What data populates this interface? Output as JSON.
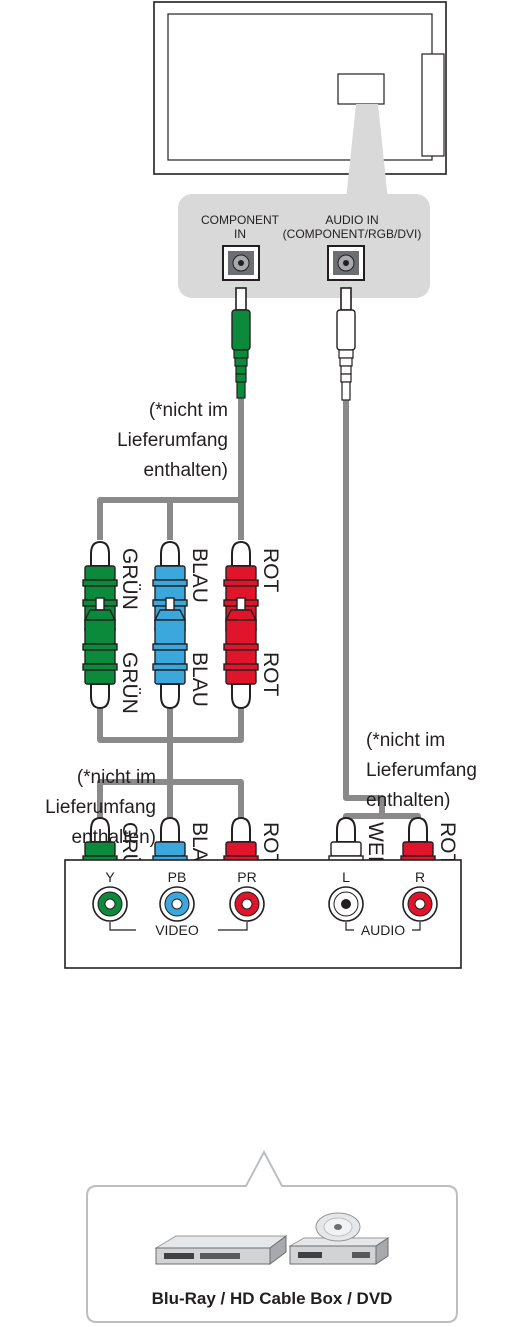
{
  "tv_panel": {
    "component_in_label": [
      "COMPONENT",
      "IN"
    ],
    "audio_in_label": [
      "AUDIO IN",
      "(COMPONENT/RGB/DVI)"
    ]
  },
  "notes": {
    "top_left": [
      "(*nicht im",
      "Lieferumfang",
      "enthalten)"
    ],
    "middle_left": [
      "(*nicht im",
      "Lieferumfang",
      "enthalten)"
    ],
    "right": [
      "(*nicht im",
      "Lieferumfang",
      "enthalten)"
    ]
  },
  "plug_labels": {
    "green": "GRÜN",
    "blue": "BLAU",
    "red": "ROT",
    "white": "WEISS"
  },
  "device_panel": {
    "ports": {
      "y": "Y",
      "pb": "PB",
      "pr": "PR",
      "l": "L",
      "r": "R"
    },
    "video_label": "VIDEO",
    "audio_label": "AUDIO"
  },
  "device_box": {
    "title": "Blu-Ray / HD Cable Box / DVD"
  },
  "colors": {
    "green": "#0a8a3a",
    "blue": "#3aa7dd",
    "red": "#e0142a",
    "white": "#ffffff",
    "cable": "#8a8a8a",
    "panel": "#d9d9d9",
    "outline": "#231f20"
  }
}
